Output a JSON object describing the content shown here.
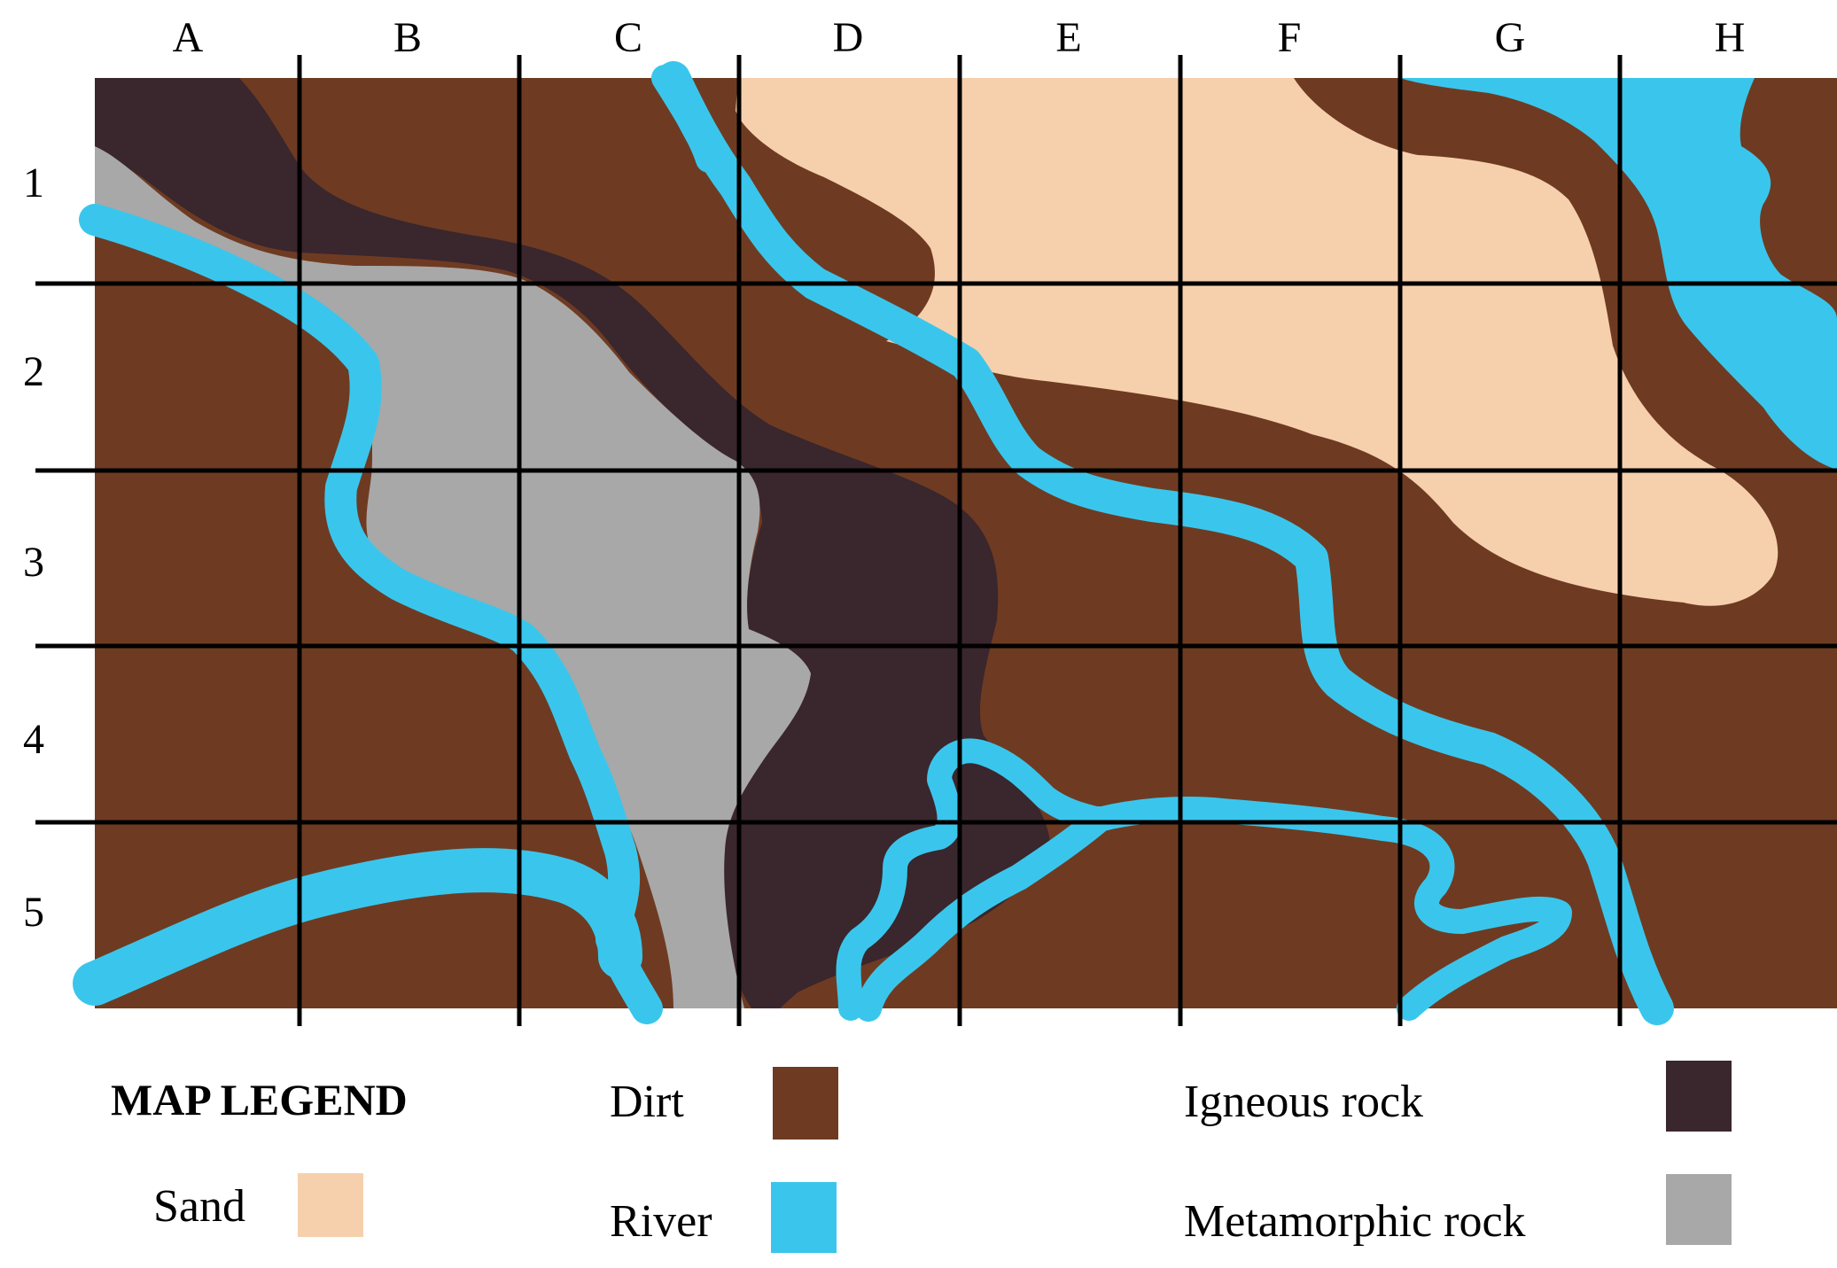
{
  "map": {
    "columns": [
      "A",
      "B",
      "C",
      "D",
      "E",
      "F",
      "G",
      "H"
    ],
    "rows": [
      "1",
      "2",
      "3",
      "4",
      "5"
    ]
  },
  "colors": {
    "dirt": "#6e3b22",
    "sand": "#f6d0ad",
    "river": "#3ac6ec",
    "igneous": "#3a262d",
    "metamorphic": "#a8a8a8"
  },
  "legend": {
    "title": "MAP LEGEND",
    "items": [
      {
        "key": "dirt",
        "label": "Dirt"
      },
      {
        "key": "igneous",
        "label": "Igneous rock"
      },
      {
        "key": "sand",
        "label": "Sand"
      },
      {
        "key": "river",
        "label": "River"
      },
      {
        "key": "metamorphic",
        "label": "Metamorphic rock"
      }
    ]
  }
}
